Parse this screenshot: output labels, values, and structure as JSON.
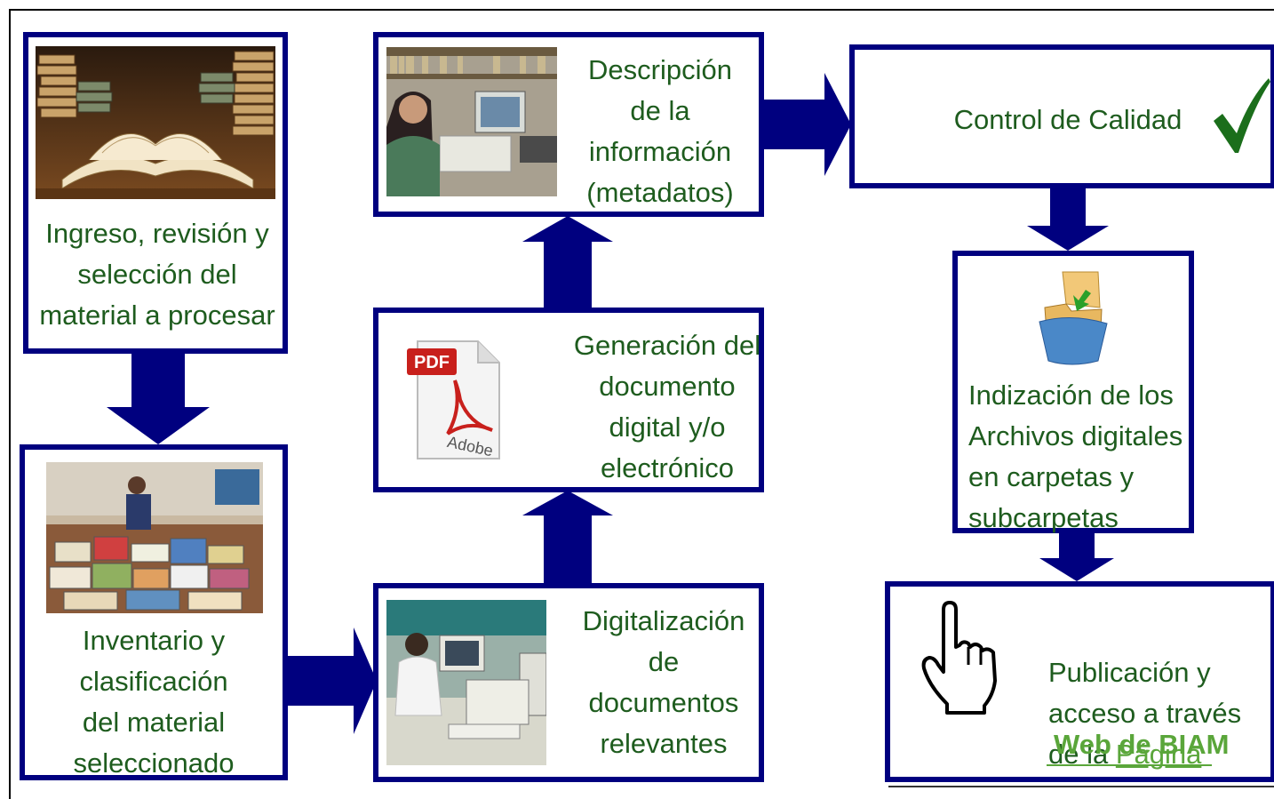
{
  "colors": {
    "border": "#00007f",
    "text": "#1e5c1e",
    "link": "#5aa63a",
    "check": "#1b6e1b"
  },
  "steps": {
    "ingreso": {
      "text": "Ingreso, revisión y\nselección  del\nmaterial  a procesar",
      "image": "open-books-photo"
    },
    "inventario": {
      "text": "Inventario  y\nclasificación\ndel material\nseleccionado",
      "image": "book-inventory-photo"
    },
    "digitalizacion": {
      "text": "Digitalización\nde\ndocumentos\nrelevantes",
      "image": "scanning-station-photo"
    },
    "generacion": {
      "text": "Generación del\ndocumento\ndigital y/o\nelectrónico",
      "image": "pdf-file-icon",
      "pdf_label": "PDF",
      "adobe_label": "Adobe"
    },
    "descripcion": {
      "text": "Descripción\nde la\ninformación\n(metadatos)",
      "image": "library-workstation-photo"
    },
    "control": {
      "text": "Control de Calidad",
      "image": "checkmark-icon"
    },
    "indizacion": {
      "text": "Indización  de los\nArchivos  digitales\nen carpetas y\nsubcarpetas",
      "image": "folder-icon"
    },
    "publicacion": {
      "text_prefix": "Publicación y\nacceso a través\nde la ",
      "link": "Página",
      "web_text": "Web de BIAM",
      "image": "hand-pointer-icon"
    }
  }
}
